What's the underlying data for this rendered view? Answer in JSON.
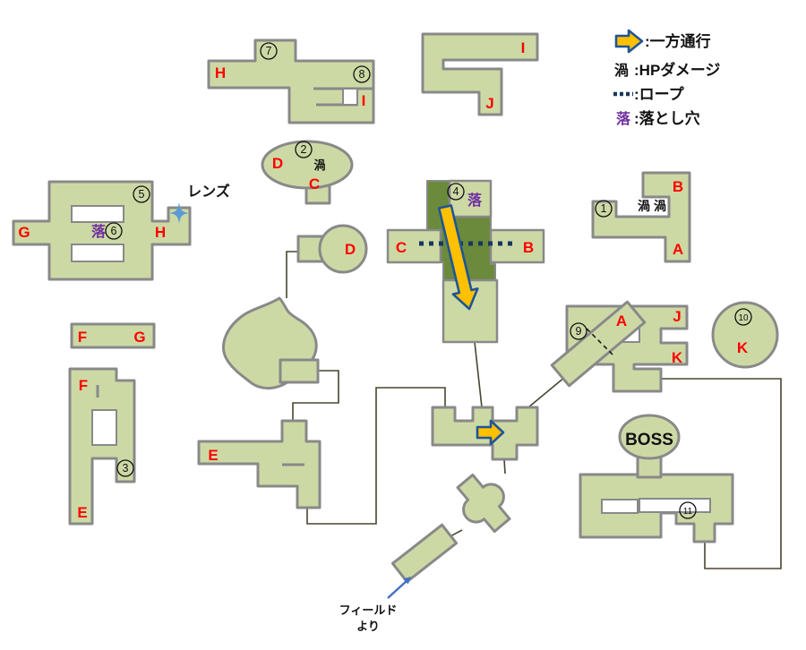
{
  "legend": {
    "one_way_label": ":一方通行",
    "hp_damage_glyph": "渦",
    "hp_damage_label": ":HPダメージ",
    "rope_label": ":ロープ",
    "pitfall_glyph": "落",
    "pitfall_label": ":落とし穴"
  },
  "labels": {
    "h_top": "H",
    "i_top": "I",
    "i_mid": "I",
    "j_mid": "J",
    "d2": "D",
    "uzu2": "渦",
    "c2": "C",
    "lens": "レンズ",
    "g6": "G",
    "fall6": "落",
    "h6": "H",
    "fall4": "落",
    "c4": "C",
    "b4": "B",
    "uzu1a": "渦",
    "uzu1b": "渦",
    "b1": "B",
    "a1": "A",
    "f_small": "F",
    "g_small": "G",
    "f3": "F",
    "e3": "E",
    "d_key": "D",
    "e_main": "E",
    "a9": "A",
    "j9": "J",
    "k9": "K",
    "k10": "K",
    "boss": "BOSS",
    "field_line1": "フィールド",
    "field_line2": "より"
  },
  "numbers": {
    "n1": "1",
    "n2": "2",
    "n3": "3",
    "n4": "4",
    "n5": "5",
    "n6": "6",
    "n7": "7",
    "n8": "8",
    "n9": "9",
    "n10": "10",
    "n11": "11"
  },
  "colors": {
    "room_fill": "#cdd9a5",
    "room_stroke": "#898989",
    "dark_zone": "#6b8a3c",
    "label_red": "#ff0000",
    "pitfall_purple": "#7030a0",
    "rope_blue": "#17375e",
    "one_way_orange": "#ffc000",
    "one_way_outline": "#1f5597",
    "connector": "#48462f",
    "sparkle_blue": "#5b9bd5",
    "field_arrow_blue": "#4472c4"
  }
}
